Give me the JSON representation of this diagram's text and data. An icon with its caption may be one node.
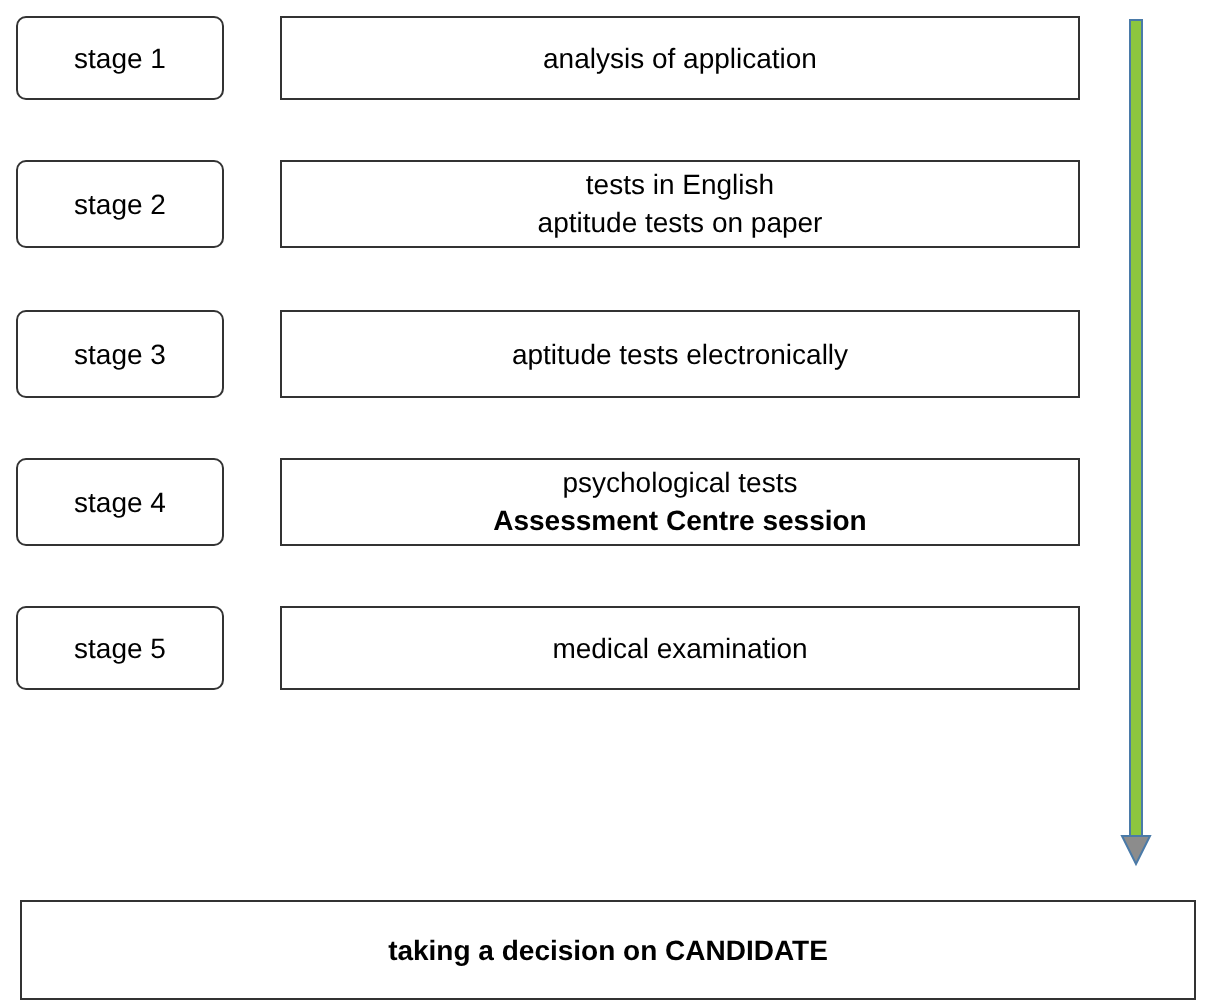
{
  "diagram": {
    "nodes": [
      {
        "text": [
          "stage 1"
        ]
      },
      {
        "text": [
          "analysis of application"
        ]
      },
      {
        "text": [
          "stage 2"
        ]
      },
      {
        "text": [
          "tests in English",
          "aptitude tests on paper"
        ]
      },
      {
        "text": [
          "stage 3"
        ]
      },
      {
        "text": [
          "aptitude tests electronically"
        ]
      },
      {
        "text": [
          "stage 4"
        ]
      },
      {
        "text": [
          "psychological tests",
          "Assessment Centre session"
        ]
      },
      {
        "text": [
          "stage 5"
        ]
      },
      {
        "text": [
          "medical examination"
        ]
      },
      {
        "text": [
          "taking a decision on CANDIDATE"
        ]
      }
    ]
  }
}
